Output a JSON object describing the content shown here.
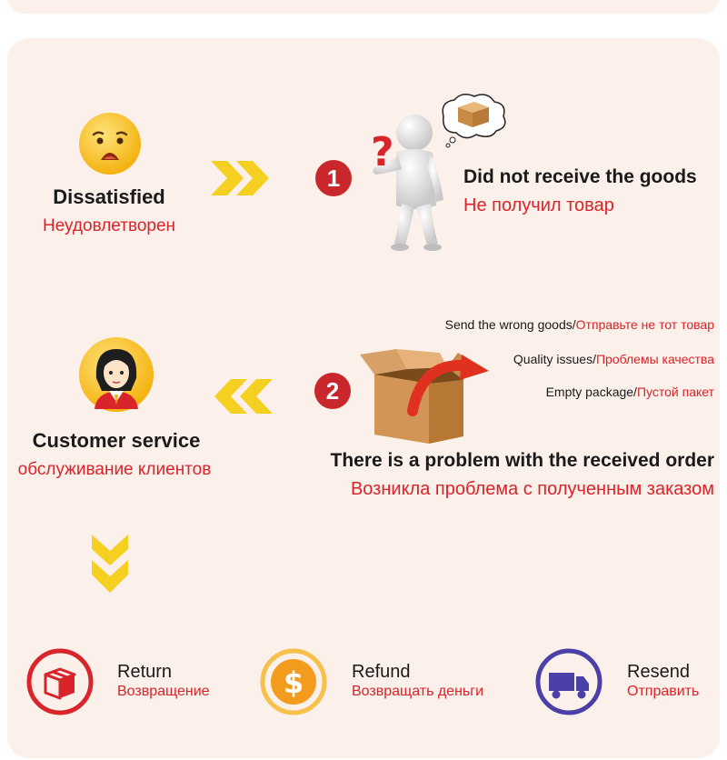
{
  "step1": {
    "number": "1",
    "title_en": "Did not receive the goods",
    "title_ru": "Не получил товар"
  },
  "dissatisfied": {
    "title_en": "Dissatisfied",
    "title_ru": "Неудовлетворен"
  },
  "step2": {
    "number": "2",
    "issues": [
      {
        "en": "Send the wrong goods/",
        "ru": "Отправьте не тот товар"
      },
      {
        "en": "Quality issues/",
        "ru": "Проблемы качества"
      },
      {
        "en": "Empty package/",
        "ru": "Пустой пакет"
      }
    ],
    "title_en": "There is a problem with the received order",
    "title_ru": "Возникла проблема с полученным заказом"
  },
  "customer_service": {
    "title_en": "Customer service",
    "title_ru": "обслуживание клиентов"
  },
  "options": [
    {
      "icon": "return-box-icon",
      "en": "Return",
      "ru": "Возвращение"
    },
    {
      "icon": "dollar-coin-icon",
      "en": "Refund",
      "ru": "Возвращать деньги"
    },
    {
      "icon": "delivery-truck-icon",
      "en": "Resend",
      "ru": "Отправить"
    }
  ],
  "colors": {
    "accent_red": "#d8242a",
    "arrow_yellow": "#f5d020",
    "card_bg": "#fcf0ea"
  }
}
